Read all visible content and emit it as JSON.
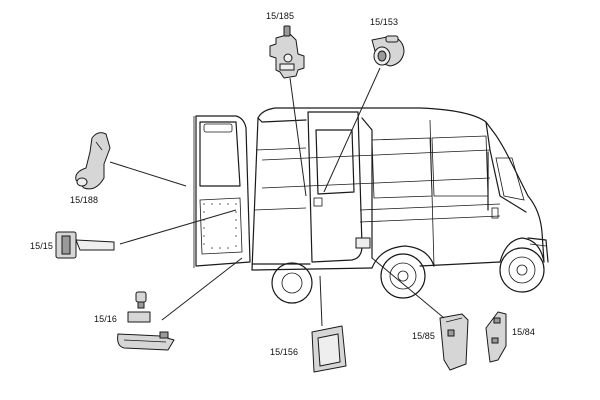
{
  "callouts": {
    "c185": "15/185",
    "c153": "15/153",
    "c188": "15/188",
    "c15": "15/15",
    "c16": "15/16",
    "c156": "15/156",
    "c85": "15/85",
    "c84": "15/84"
  },
  "colors": {
    "line": "#1a1a1a",
    "part_fill": "#d6d6d6",
    "background": "#ffffff"
  }
}
